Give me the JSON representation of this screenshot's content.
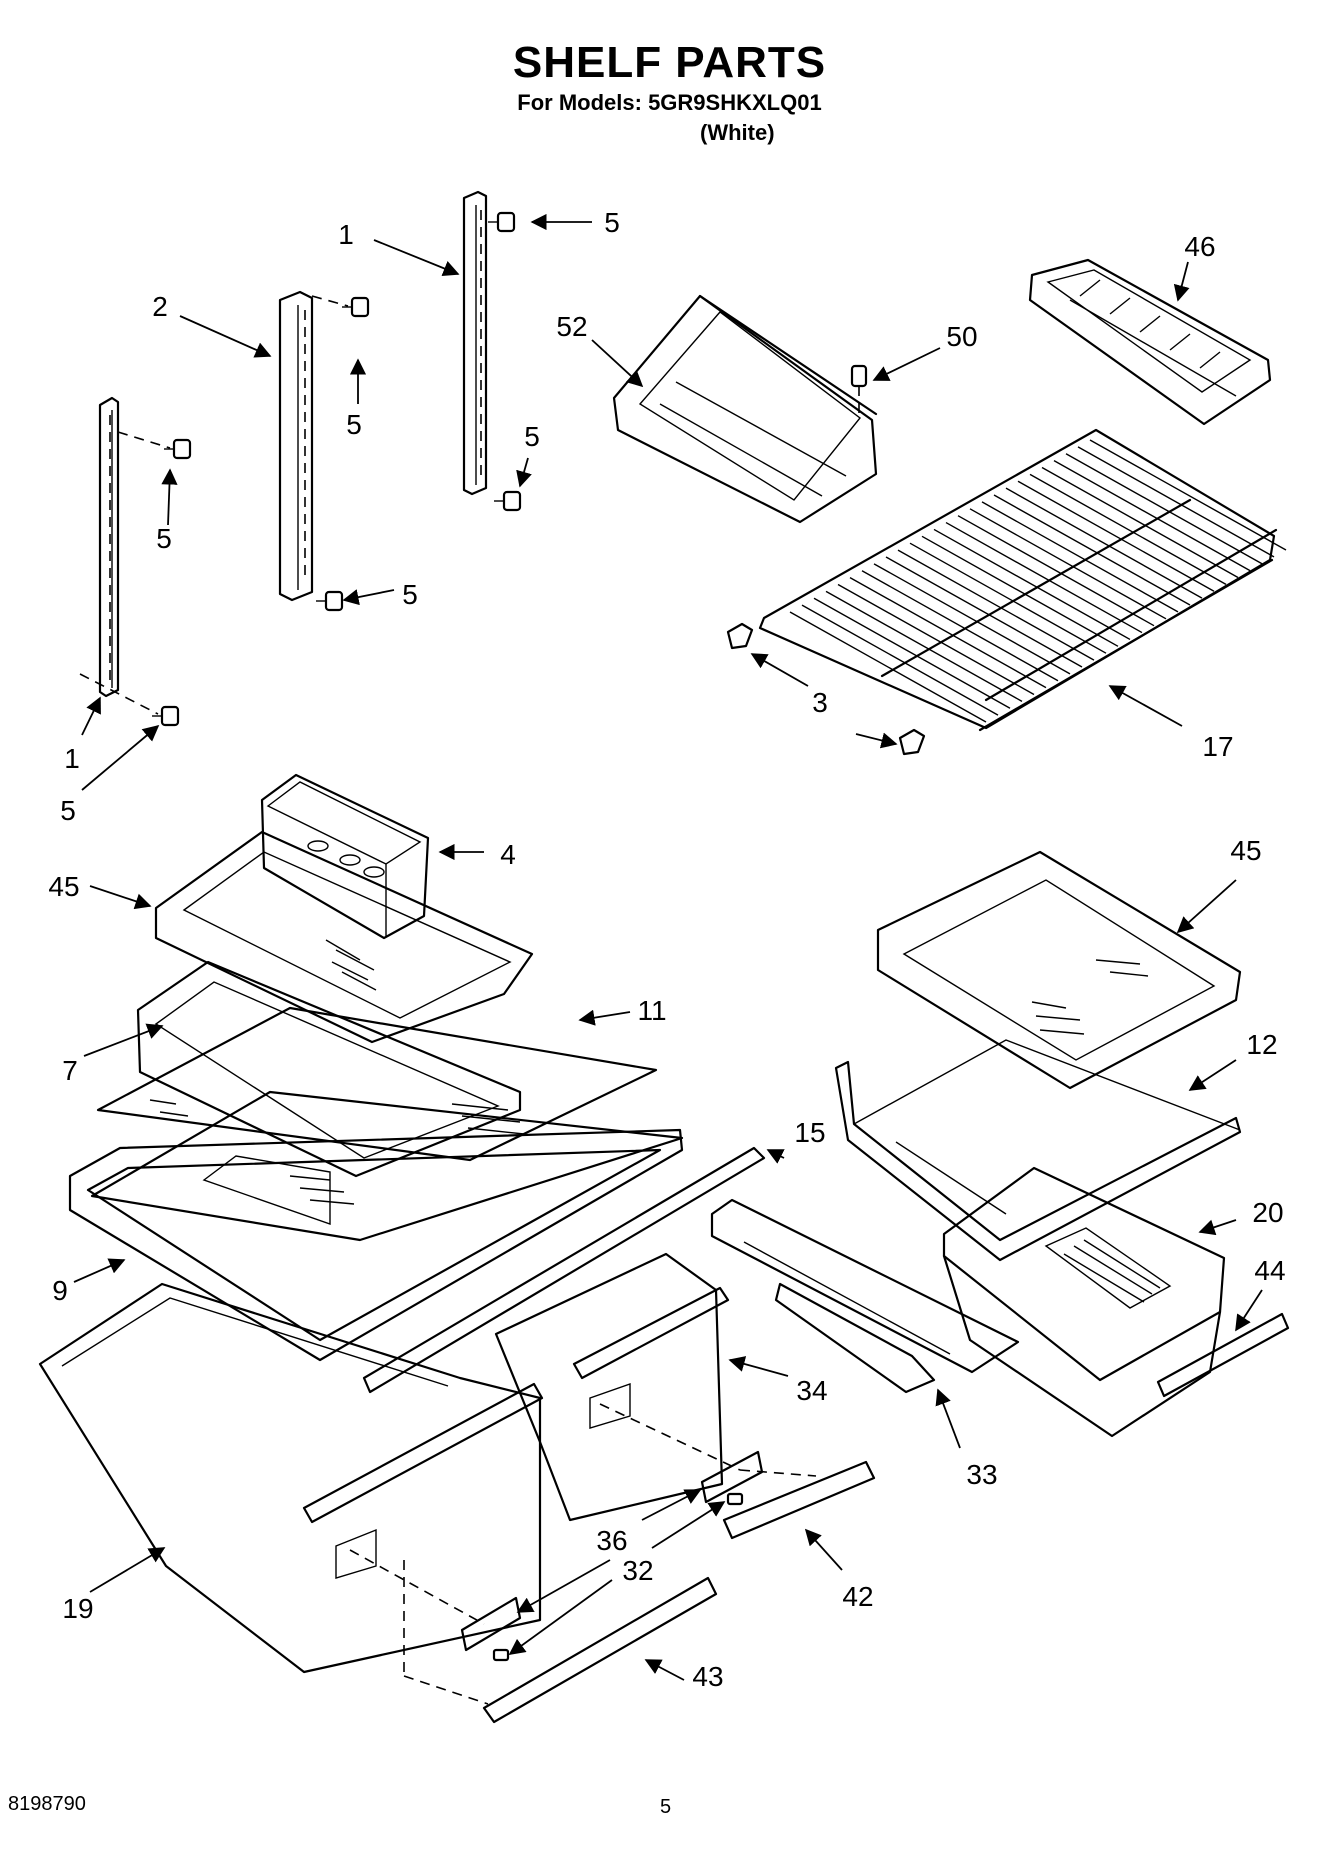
{
  "header": {
    "title": "SHELF PARTS",
    "models_line": "For Models: 5GR9SHKXLQ01",
    "color_variant": "(White)"
  },
  "footer": {
    "document_number": "8198790",
    "page_number": "5"
  },
  "callouts": [
    "1",
    "5",
    "2",
    "5",
    "5",
    "5",
    "5",
    "1",
    "5",
    "52",
    "50",
    "46",
    "3",
    "17",
    "4",
    "45",
    "45",
    "11",
    "7",
    "12",
    "15",
    "20",
    "44",
    "9",
    "34",
    "33",
    "36",
    "32",
    "42",
    "19",
    "43"
  ]
}
